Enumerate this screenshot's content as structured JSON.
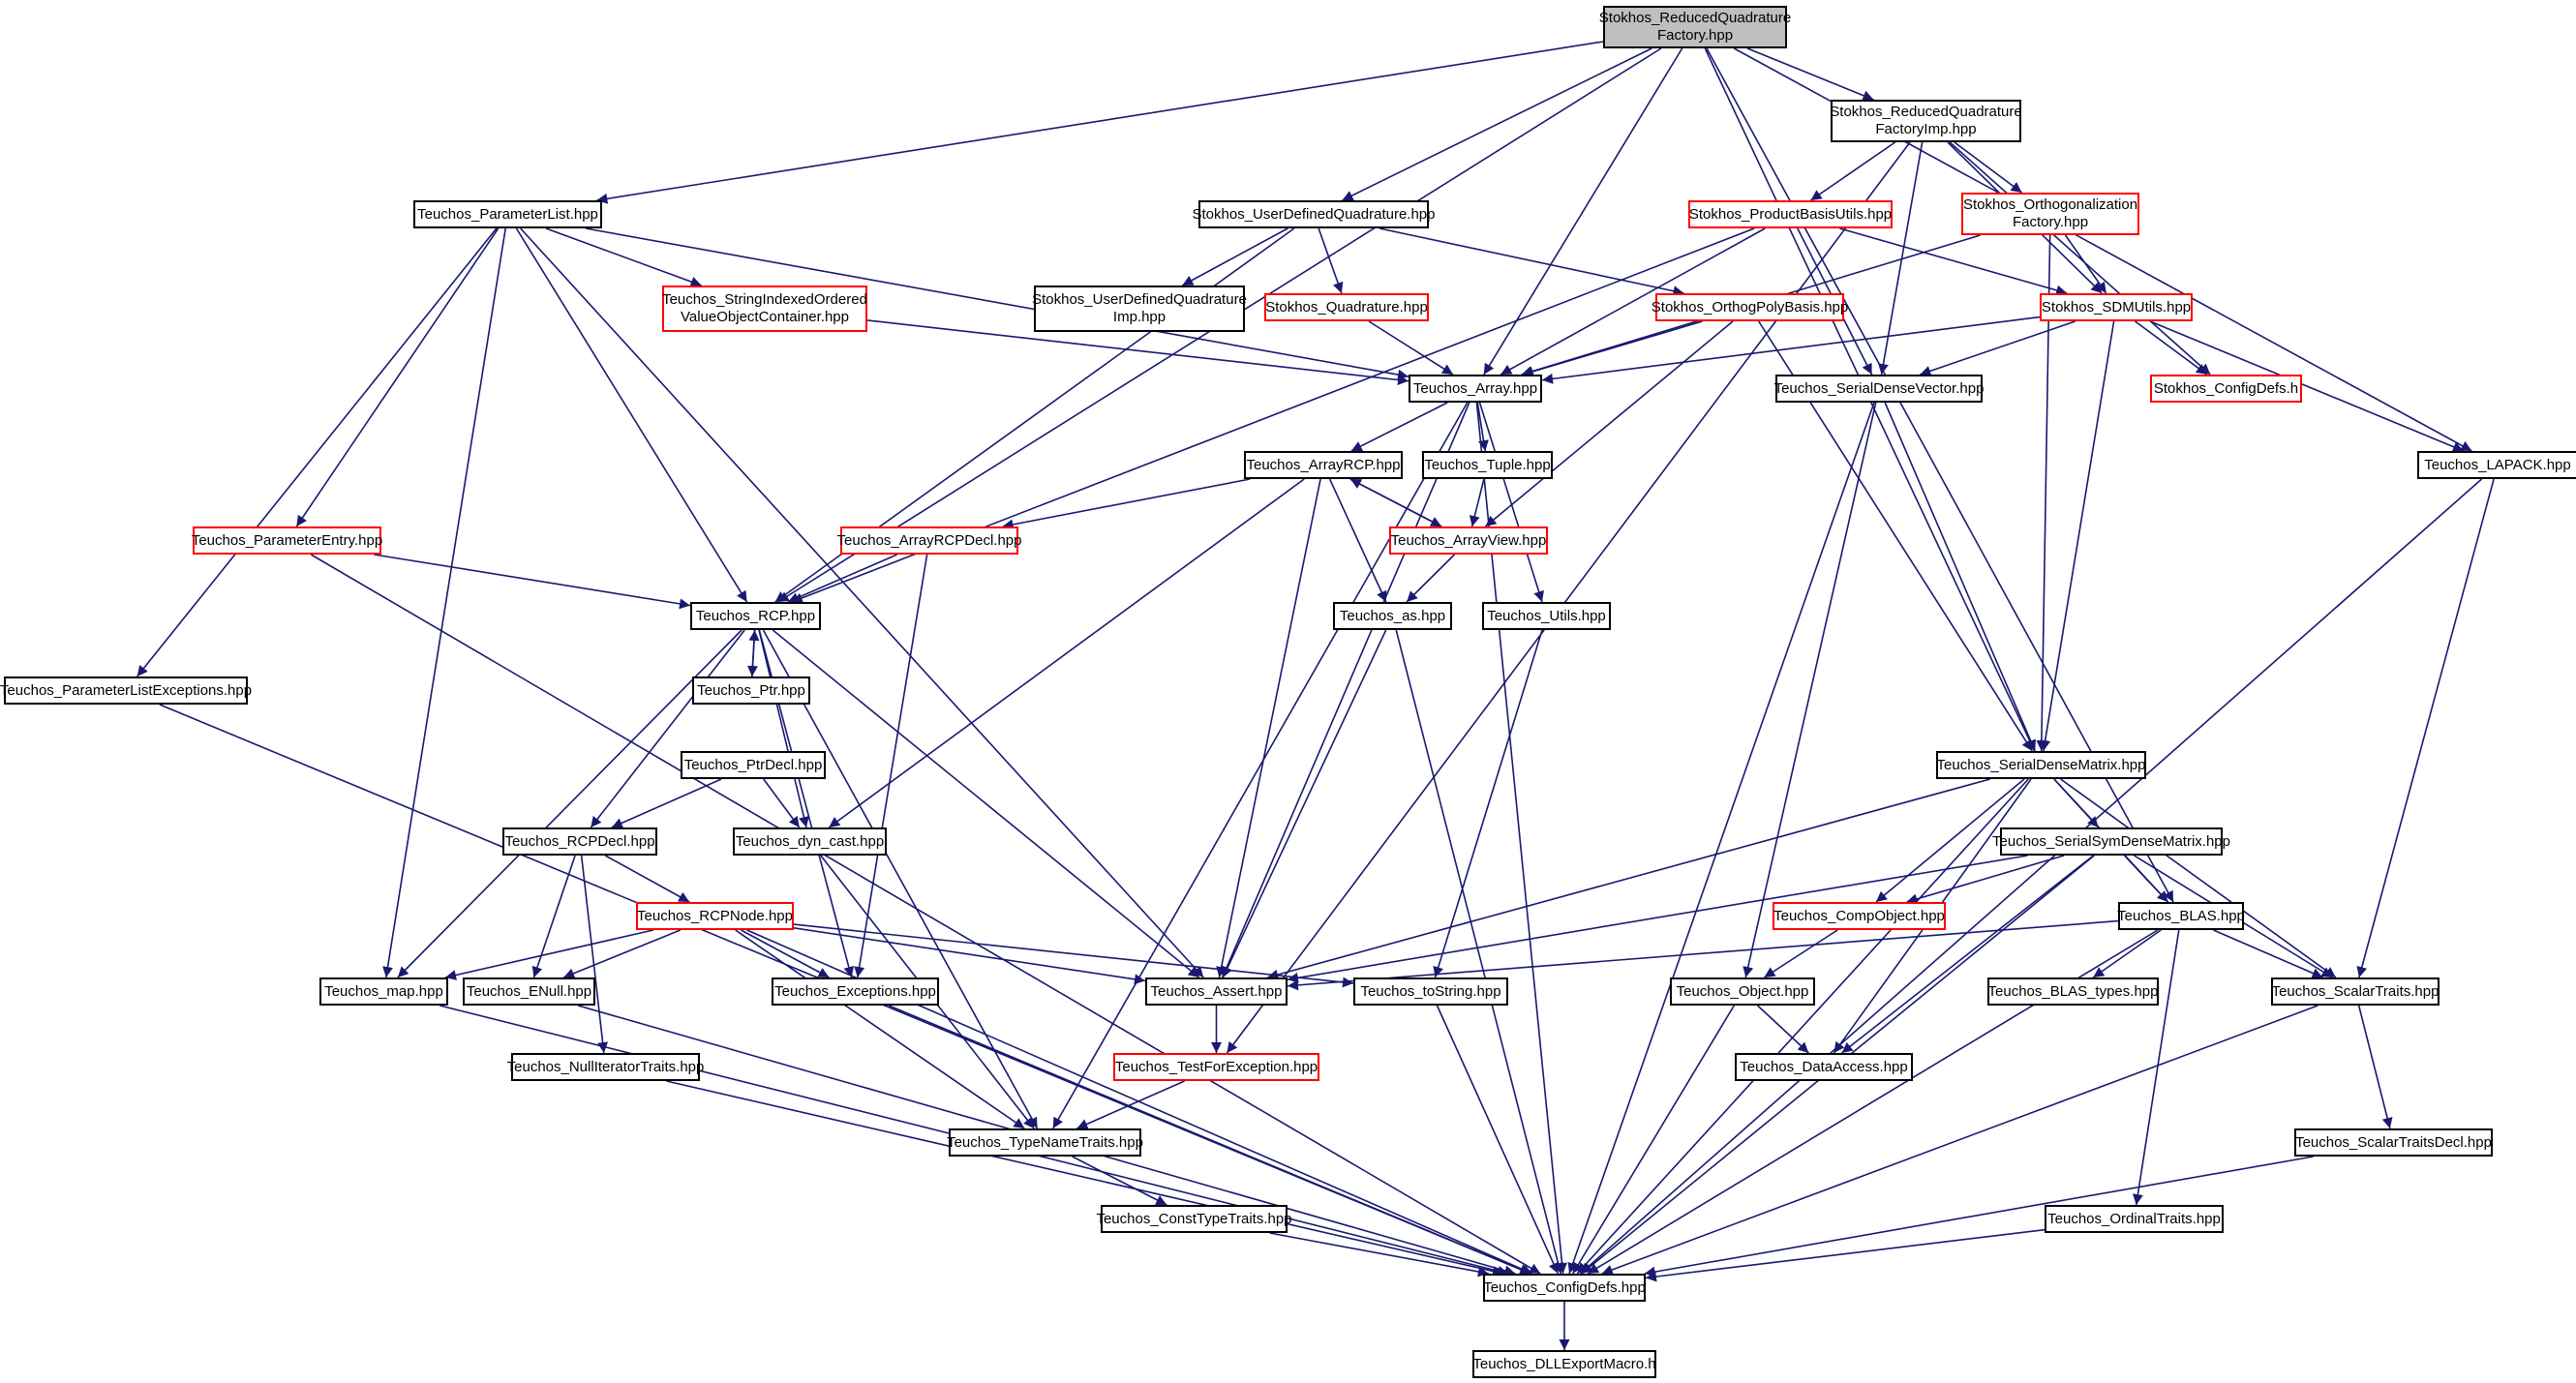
{
  "graph": {
    "root": "n0",
    "colors": {
      "edge": "#191970",
      "border": "#000000",
      "incomplete_border": "#ff0000",
      "root_fill": "#bfbfbf",
      "fill": "#ffffff"
    },
    "nodes": [
      {
        "id": "n0",
        "label": "Stokhos_ReducedQuadrature\nFactory.hpp",
        "style": "root"
      },
      {
        "id": "n1",
        "label": "Stokhos_ReducedQuadrature\nFactoryImp.hpp",
        "style": "normal"
      },
      {
        "id": "n2",
        "label": "Teuchos_ParameterList.hpp",
        "style": "normal"
      },
      {
        "id": "n3",
        "label": "Stokhos_UserDefinedQuadrature.hpp",
        "style": "normal"
      },
      {
        "id": "n4",
        "label": "Stokhos_ProductBasisUtils.hpp",
        "style": "red"
      },
      {
        "id": "n5",
        "label": "Stokhos_Orthogonalization\nFactory.hpp",
        "style": "red"
      },
      {
        "id": "n6",
        "label": "Teuchos_StringIndexedOrdered\nValueObjectContainer.hpp",
        "style": "red"
      },
      {
        "id": "n7",
        "label": "Stokhos_UserDefinedQuadrature\nImp.hpp",
        "style": "normal"
      },
      {
        "id": "n8",
        "label": "Stokhos_Quadrature.hpp",
        "style": "red"
      },
      {
        "id": "n9",
        "label": "Stokhos_OrthogPolyBasis.hpp",
        "style": "red"
      },
      {
        "id": "n10",
        "label": "Stokhos_SDMUtils.hpp",
        "style": "red"
      },
      {
        "id": "n11",
        "label": "Teuchos_Array.hpp",
        "style": "normal"
      },
      {
        "id": "n12",
        "label": "Teuchos_SerialDenseVector.hpp",
        "style": "normal"
      },
      {
        "id": "n13",
        "label": "Stokhos_ConfigDefs.h",
        "style": "red"
      },
      {
        "id": "n14",
        "label": "Teuchos_LAPACK.hpp",
        "style": "normal"
      },
      {
        "id": "n15",
        "label": "Teuchos_ArrayRCP.hpp",
        "style": "normal"
      },
      {
        "id": "n16",
        "label": "Teuchos_Tuple.hpp",
        "style": "normal"
      },
      {
        "id": "n17",
        "label": "Teuchos_ParameterEntry.hpp",
        "style": "red"
      },
      {
        "id": "n18",
        "label": "Teuchos_ArrayRCPDecl.hpp",
        "style": "red"
      },
      {
        "id": "n19",
        "label": "Teuchos_ArrayView.hpp",
        "style": "red"
      },
      {
        "id": "n20",
        "label": "Teuchos_RCP.hpp",
        "style": "normal"
      },
      {
        "id": "n21",
        "label": "Teuchos_as.hpp",
        "style": "normal"
      },
      {
        "id": "n22",
        "label": "Teuchos_Utils.hpp",
        "style": "normal"
      },
      {
        "id": "n23",
        "label": "Teuchos_ParameterListExceptions.hpp",
        "style": "normal"
      },
      {
        "id": "n24",
        "label": "Teuchos_Ptr.hpp",
        "style": "normal"
      },
      {
        "id": "n25",
        "label": "Teuchos_SerialDenseMatrix.hpp",
        "style": "normal"
      },
      {
        "id": "n26",
        "label": "Teuchos_PtrDecl.hpp",
        "style": "normal"
      },
      {
        "id": "n27",
        "label": "Teuchos_RCPDecl.hpp",
        "style": "normal"
      },
      {
        "id": "n28",
        "label": "Teuchos_dyn_cast.hpp",
        "style": "normal"
      },
      {
        "id": "n29",
        "label": "Teuchos_SerialSymDenseMatrix.hpp",
        "style": "normal"
      },
      {
        "id": "n30",
        "label": "Teuchos_RCPNode.hpp",
        "style": "red"
      },
      {
        "id": "n31",
        "label": "Teuchos_CompObject.hpp",
        "style": "red"
      },
      {
        "id": "n32",
        "label": "Teuchos_BLAS.hpp",
        "style": "normal"
      },
      {
        "id": "n33",
        "label": "Teuchos_map.hpp",
        "style": "normal"
      },
      {
        "id": "n34",
        "label": "Teuchos_ENull.hpp",
        "style": "normal"
      },
      {
        "id": "n35",
        "label": "Teuchos_Exceptions.hpp",
        "style": "normal"
      },
      {
        "id": "n36",
        "label": "Teuchos_Assert.hpp",
        "style": "normal"
      },
      {
        "id": "n37",
        "label": "Teuchos_toString.hpp",
        "style": "normal"
      },
      {
        "id": "n38",
        "label": "Teuchos_Object.hpp",
        "style": "normal"
      },
      {
        "id": "n39",
        "label": "Teuchos_BLAS_types.hpp",
        "style": "normal"
      },
      {
        "id": "n40",
        "label": "Teuchos_ScalarTraits.hpp",
        "style": "normal"
      },
      {
        "id": "n41",
        "label": "Teuchos_NullIteratorTraits.hpp",
        "style": "normal"
      },
      {
        "id": "n42",
        "label": "Teuchos_TestForException.hpp",
        "style": "red"
      },
      {
        "id": "n43",
        "label": "Teuchos_DataAccess.hpp",
        "style": "normal"
      },
      {
        "id": "n44",
        "label": "Teuchos_TypeNameTraits.hpp",
        "style": "normal"
      },
      {
        "id": "n45",
        "label": "Teuchos_ScalarTraitsDecl.hpp",
        "style": "normal"
      },
      {
        "id": "n46",
        "label": "Teuchos_ConstTypeTraits.hpp",
        "style": "normal"
      },
      {
        "id": "n47",
        "label": "Teuchos_OrdinalTraits.hpp",
        "style": "normal"
      },
      {
        "id": "n48",
        "label": "Teuchos_ConfigDefs.hpp",
        "style": "normal"
      },
      {
        "id": "n49",
        "label": "Teuchos_DLLExportMacro.h",
        "style": "normal"
      }
    ],
    "edges": [
      [
        "n0",
        "n1"
      ],
      [
        "n0",
        "n2"
      ],
      [
        "n0",
        "n20"
      ],
      [
        "n0",
        "n3"
      ],
      [
        "n0",
        "n11"
      ],
      [
        "n0",
        "n25"
      ],
      [
        "n0",
        "n32"
      ],
      [
        "n0",
        "n14"
      ],
      [
        "n1",
        "n4"
      ],
      [
        "n1",
        "n5"
      ],
      [
        "n1",
        "n10"
      ],
      [
        "n1",
        "n13"
      ],
      [
        "n1",
        "n12"
      ],
      [
        "n1",
        "n42"
      ],
      [
        "n2",
        "n6"
      ],
      [
        "n2",
        "n11"
      ],
      [
        "n2",
        "n20"
      ],
      [
        "n2",
        "n17"
      ],
      [
        "n2",
        "n23"
      ],
      [
        "n2",
        "n33"
      ],
      [
        "n2",
        "n36"
      ],
      [
        "n3",
        "n7"
      ],
      [
        "n3",
        "n8"
      ],
      [
        "n3",
        "n9"
      ],
      [
        "n3",
        "n20"
      ],
      [
        "n4",
        "n11"
      ],
      [
        "n4",
        "n12"
      ],
      [
        "n4",
        "n10"
      ],
      [
        "n4",
        "n20"
      ],
      [
        "n5",
        "n10"
      ],
      [
        "n5",
        "n25"
      ],
      [
        "n5",
        "n11"
      ],
      [
        "n6",
        "n11"
      ],
      [
        "n8",
        "n11"
      ],
      [
        "n9",
        "n11"
      ],
      [
        "n9",
        "n19"
      ],
      [
        "n9",
        "n25"
      ],
      [
        "n10",
        "n11"
      ],
      [
        "n10",
        "n12"
      ],
      [
        "n10",
        "n13"
      ],
      [
        "n10",
        "n25"
      ],
      [
        "n10",
        "n14"
      ],
      [
        "n11",
        "n15"
      ],
      [
        "n11",
        "n16"
      ],
      [
        "n11",
        "n22"
      ],
      [
        "n11",
        "n36"
      ],
      [
        "n11",
        "n44"
      ],
      [
        "n11",
        "n48"
      ],
      [
        "n12",
        "n25"
      ],
      [
        "n12",
        "n38"
      ],
      [
        "n12",
        "n48"
      ],
      [
        "n14",
        "n40"
      ],
      [
        "n14",
        "n48"
      ],
      [
        "n15",
        "n18"
      ],
      [
        "n15",
        "n19"
      ],
      [
        "n15",
        "n21"
      ],
      [
        "n15",
        "n28"
      ],
      [
        "n15",
        "n36"
      ],
      [
        "n16",
        "n19"
      ],
      [
        "n17",
        "n20"
      ],
      [
        "n17",
        "n48"
      ],
      [
        "n18",
        "n20"
      ],
      [
        "n18",
        "n35"
      ],
      [
        "n19",
        "n15"
      ],
      [
        "n19",
        "n21"
      ],
      [
        "n20",
        "n24"
      ],
      [
        "n20",
        "n27"
      ],
      [
        "n20",
        "n28"
      ],
      [
        "n20",
        "n33"
      ],
      [
        "n20",
        "n35"
      ],
      [
        "n20",
        "n36"
      ],
      [
        "n20",
        "n44"
      ],
      [
        "n21",
        "n36"
      ],
      [
        "n21",
        "n48"
      ],
      [
        "n22",
        "n37"
      ],
      [
        "n23",
        "n48"
      ],
      [
        "n24",
        "n20"
      ],
      [
        "n25",
        "n29"
      ],
      [
        "n25",
        "n31"
      ],
      [
        "n25",
        "n32"
      ],
      [
        "n25",
        "n40"
      ],
      [
        "n25",
        "n43"
      ],
      [
        "n25",
        "n36"
      ],
      [
        "n25",
        "n48"
      ],
      [
        "n26",
        "n27"
      ],
      [
        "n26",
        "n28"
      ],
      [
        "n27",
        "n30"
      ],
      [
        "n27",
        "n34"
      ],
      [
        "n27",
        "n41"
      ],
      [
        "n28",
        "n44"
      ],
      [
        "n29",
        "n31"
      ],
      [
        "n29",
        "n32"
      ],
      [
        "n29",
        "n40"
      ],
      [
        "n29",
        "n43"
      ],
      [
        "n29",
        "n36"
      ],
      [
        "n29",
        "n48"
      ],
      [
        "n30",
        "n33"
      ],
      [
        "n30",
        "n34"
      ],
      [
        "n30",
        "n35"
      ],
      [
        "n30",
        "n36"
      ],
      [
        "n30",
        "n37"
      ],
      [
        "n30",
        "n44"
      ],
      [
        "n30",
        "n48"
      ],
      [
        "n31",
        "n38"
      ],
      [
        "n32",
        "n36"
      ],
      [
        "n32",
        "n39"
      ],
      [
        "n32",
        "n40"
      ],
      [
        "n32",
        "n47"
      ],
      [
        "n32",
        "n48"
      ],
      [
        "n33",
        "n48"
      ],
      [
        "n34",
        "n48"
      ],
      [
        "n35",
        "n48"
      ],
      [
        "n36",
        "n42"
      ],
      [
        "n37",
        "n48"
      ],
      [
        "n38",
        "n43"
      ],
      [
        "n38",
        "n48"
      ],
      [
        "n40",
        "n45"
      ],
      [
        "n40",
        "n48"
      ],
      [
        "n41",
        "n48"
      ],
      [
        "n42",
        "n44"
      ],
      [
        "n44",
        "n46"
      ],
      [
        "n45",
        "n48"
      ],
      [
        "n46",
        "n48"
      ],
      [
        "n47",
        "n48"
      ],
      [
        "n48",
        "n49"
      ]
    ]
  }
}
